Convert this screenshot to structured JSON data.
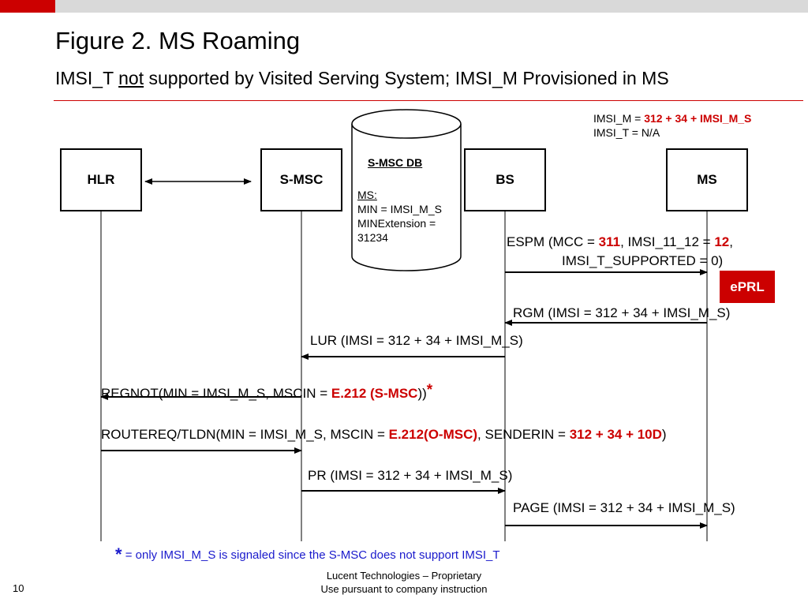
{
  "title": "Figure 2.  MS Roaming",
  "subtitle": {
    "pre": "IMSI_T ",
    "underlined": "not",
    "post": " supported by Visited Serving System; IMSI_M Provisioned in MS"
  },
  "entities": {
    "hlr": "HLR",
    "smsc": "S-MSC",
    "bs": "BS",
    "ms": "MS"
  },
  "db": {
    "title": "S-MSC DB",
    "ms_label": "MS:",
    "line1": "MIN = IMSI_M_S",
    "line2": "MINExtension =",
    "line3": "31234"
  },
  "ms_info": {
    "imsi_m_label": "IMSI_M = ",
    "imsi_m_value": "312 + 34 + IMSI_M_S",
    "imsi_t": "IMSI_T = N/A"
  },
  "eprl": "ePRL",
  "messages": {
    "espm": {
      "a": "ESPM (MCC = ",
      "b": "311",
      "c": ", IMSI_11_12 = ",
      "d": "12",
      "e": ",",
      "line2": "IMSI_T_SUPPORTED = 0)"
    },
    "rgm": "RGM (IMSI = 312 + 34 + IMSI_M_S)",
    "lur": "LUR (IMSI = 312 + 34 + IMSI_M_S)",
    "regnot": {
      "a": "REGNOT(MIN = IMSI_M_S, MSCIN = ",
      "b": "E.212 (S-MSC",
      "c": "))",
      "star": "*"
    },
    "routereq": {
      "a": "ROUTEREQ/TLDN(MIN = IMSI_M_S, MSCIN = ",
      "b": "E.212(O-MSC)",
      "c": ", SENDERIN = ",
      "d": "312 + 34 + 10D",
      "e": ")"
    },
    "pr": "PR (IMSI = 312 + 34 + IMSI_M_S)",
    "page": "PAGE (IMSI = 312 + 34 + IMSI_M_S)"
  },
  "footnote": {
    "star": "*",
    "text": " = only IMSI_M_S is signaled since the S-MSC does not support IMSI_T"
  },
  "footer": {
    "line1": "Lucent Technologies – Proprietary",
    "line2": "Use pursuant to company instruction"
  },
  "page_number": "10",
  "colors": {
    "accent": "#cc0000",
    "topbar_grey": "#d9d9d9",
    "footnote": "#1a1acc"
  }
}
